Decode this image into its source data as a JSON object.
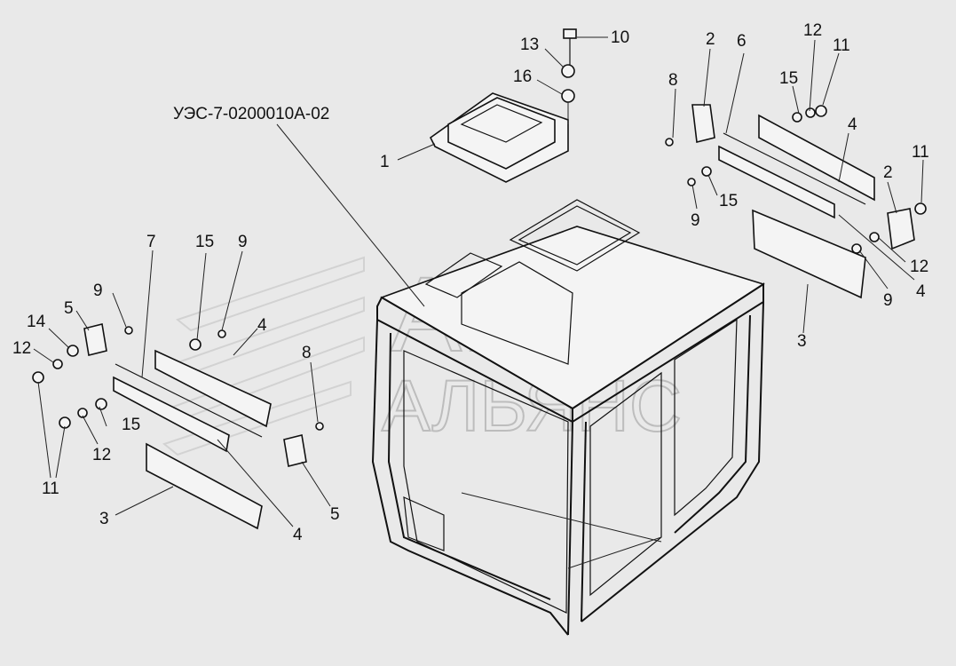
{
  "assembly_code": "УЭС-7-0200010А-02",
  "watermark": {
    "line1": "АВТО",
    "line2": "АЛЬЯНС"
  },
  "callouts": {
    "c1": "1",
    "c2a": "2",
    "c2b": "2",
    "c3a": "3",
    "c3b": "3",
    "c4a": "4",
    "c4b": "4",
    "c4c": "4",
    "c4d": "4",
    "c5a": "5",
    "c5b": "5",
    "c6": "6",
    "c7": "7",
    "c8a": "8",
    "c8b": "8",
    "c9a": "9",
    "c9b": "9",
    "c9c": "9",
    "c9d": "9",
    "c10": "10",
    "c11a": "11",
    "c11b": "11",
    "c11c": "11",
    "c12a": "12",
    "c12b": "12",
    "c12c": "12",
    "c12d": "12",
    "c13": "13",
    "c14": "14",
    "c15a": "15",
    "c15b": "15",
    "c15c": "15",
    "c15d": "15",
    "c16": "16"
  }
}
